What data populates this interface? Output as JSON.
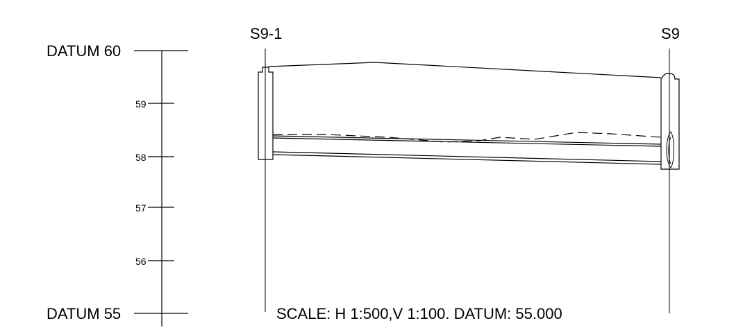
{
  "datum_scale": {
    "top_label": "DATUM 60",
    "bottom_label": "DATUM 55",
    "ticks": [
      "59",
      "58",
      "57",
      "56"
    ]
  },
  "manholes": {
    "left_label": "S9-1",
    "right_label": "S9"
  },
  "scale_note": "SCALE: H 1:500,V 1:100. DATUM: 55.000"
}
